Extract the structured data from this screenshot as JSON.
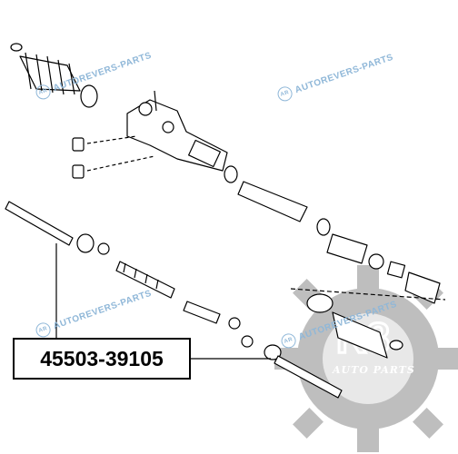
{
  "part_number": "45503-39105",
  "watermark": {
    "text": "AUTOREVERS-PARTS",
    "logo_text": "AR"
  },
  "brand": {
    "mark": "R8",
    "sub_text": "AUTO PARTS",
    "color": "#9a9a9a",
    "accent": "#e41e26"
  },
  "icons": [
    "ar-logo-icon",
    "gear-logo-icon"
  ]
}
